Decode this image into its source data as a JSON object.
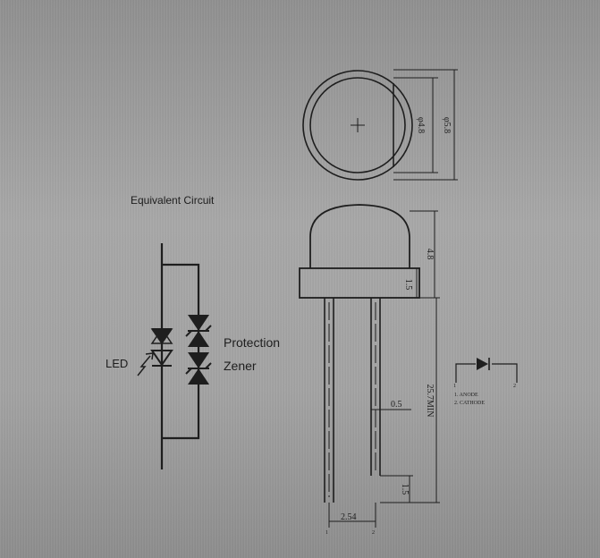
{
  "circuit": {
    "title": "Equivalent Circuit",
    "led_label": "LED",
    "zener_label_line1": "Protection",
    "zener_label_line2": "Zener"
  },
  "dimensions": {
    "top_inner_dia": "φ4.8",
    "top_outer_dia": "φ5.8",
    "height_total": "4.8",
    "flange_height": "1.5",
    "lead_length": "25.7MIN",
    "lead_width": "0.5",
    "lead_end": "1.5",
    "pitch": "2.54",
    "pin1": "1",
    "pin2": "2"
  },
  "legend": {
    "pin1_name": "1. ANODE",
    "pin2_name": "2. CATHODE",
    "pin1_mark": "1",
    "pin2_mark": "2"
  }
}
